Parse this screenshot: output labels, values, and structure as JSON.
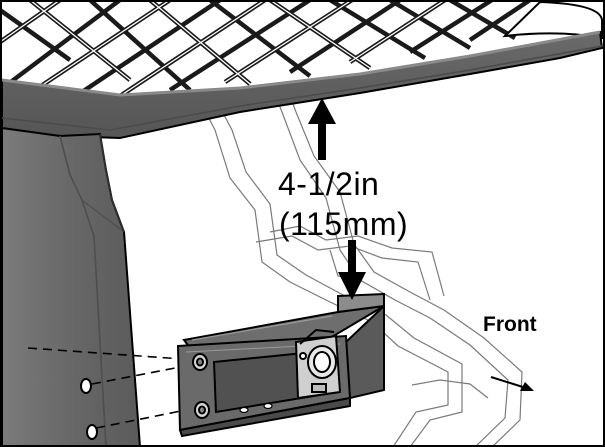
{
  "labels": {
    "dimension_line1": "4-1/2in",
    "dimension_line2": "(115mm)",
    "front": "Front"
  },
  "colors": {
    "background": "#ffffff",
    "frame_dark": "#5f5f5f",
    "frame_mid": "#7a7a7a",
    "frame_edge": "#000000",
    "hardware_light": "#d9d9d9",
    "outline": "#000000"
  },
  "icons": {
    "up_arrow": "up-arrow-icon",
    "down_arrow": "down-arrow-icon",
    "direction_arrow": "direction-arrow-icon"
  }
}
